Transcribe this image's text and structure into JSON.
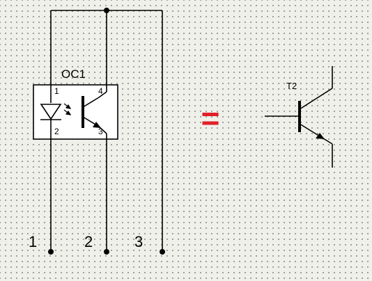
{
  "optocoupler": {
    "designator": "OC1",
    "pins": {
      "anode": "1",
      "cathode": "2",
      "emitter": "3",
      "collector": "4"
    }
  },
  "equivalence_symbol": "=",
  "transistor": {
    "designator": "T2"
  },
  "terminals": [
    "1",
    "2",
    "3"
  ],
  "colors": {
    "wire": "#000000",
    "equals": "#e0202a",
    "grid_dot": "#8c8c84",
    "background": "#f0f0ea"
  }
}
